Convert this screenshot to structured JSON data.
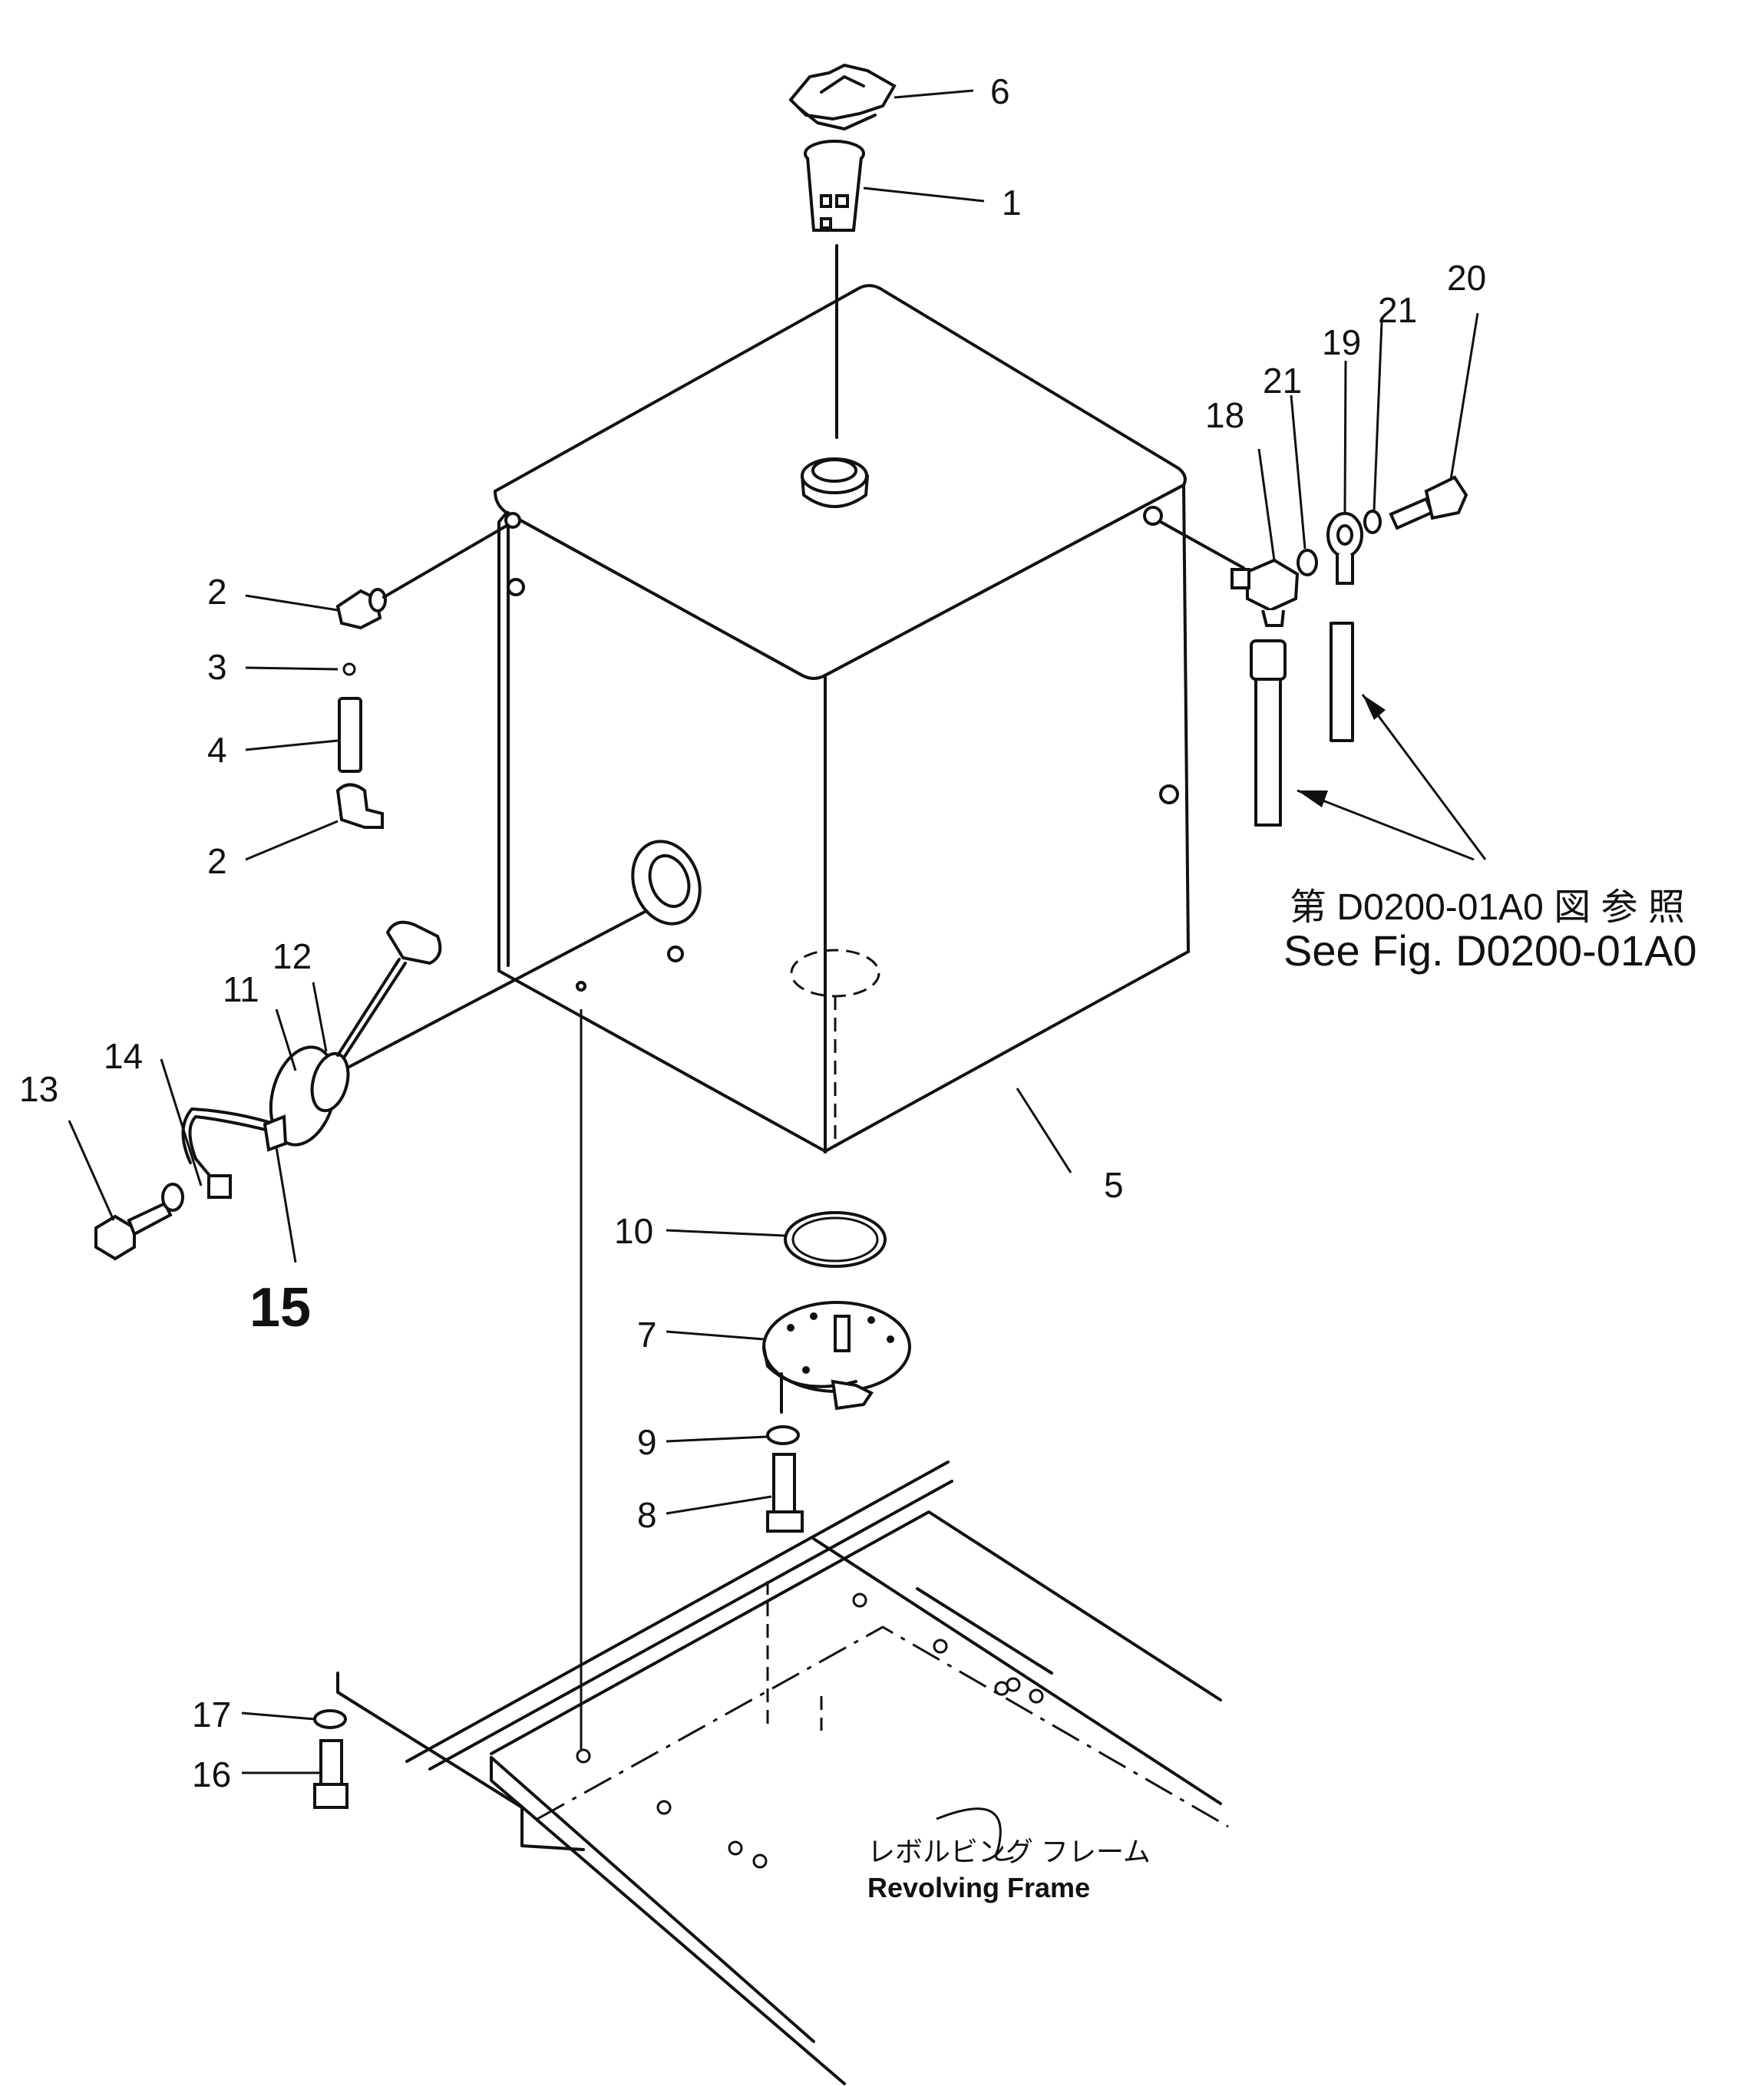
{
  "labels": {
    "p1": "1",
    "p2a": "2",
    "p2b": "2",
    "p3": "3",
    "p4": "4",
    "p5": "5",
    "p6": "6",
    "p7": "7",
    "p8": "8",
    "p9": "9",
    "p10": "10",
    "p11": "11",
    "p12": "12",
    "p13": "13",
    "p14": "14",
    "p15": "15",
    "p16": "16",
    "p17": "17",
    "p18": "18",
    "p19": "19",
    "p20": "20",
    "p21a": "21",
    "p21b": "21"
  },
  "notes": {
    "ref_jp": "第 D0200-01A0 図 参 照",
    "ref_en": "See Fig. D0200-01A0",
    "frame_jp": "レボルビング フレーム",
    "frame_en": "Revolving Frame"
  }
}
